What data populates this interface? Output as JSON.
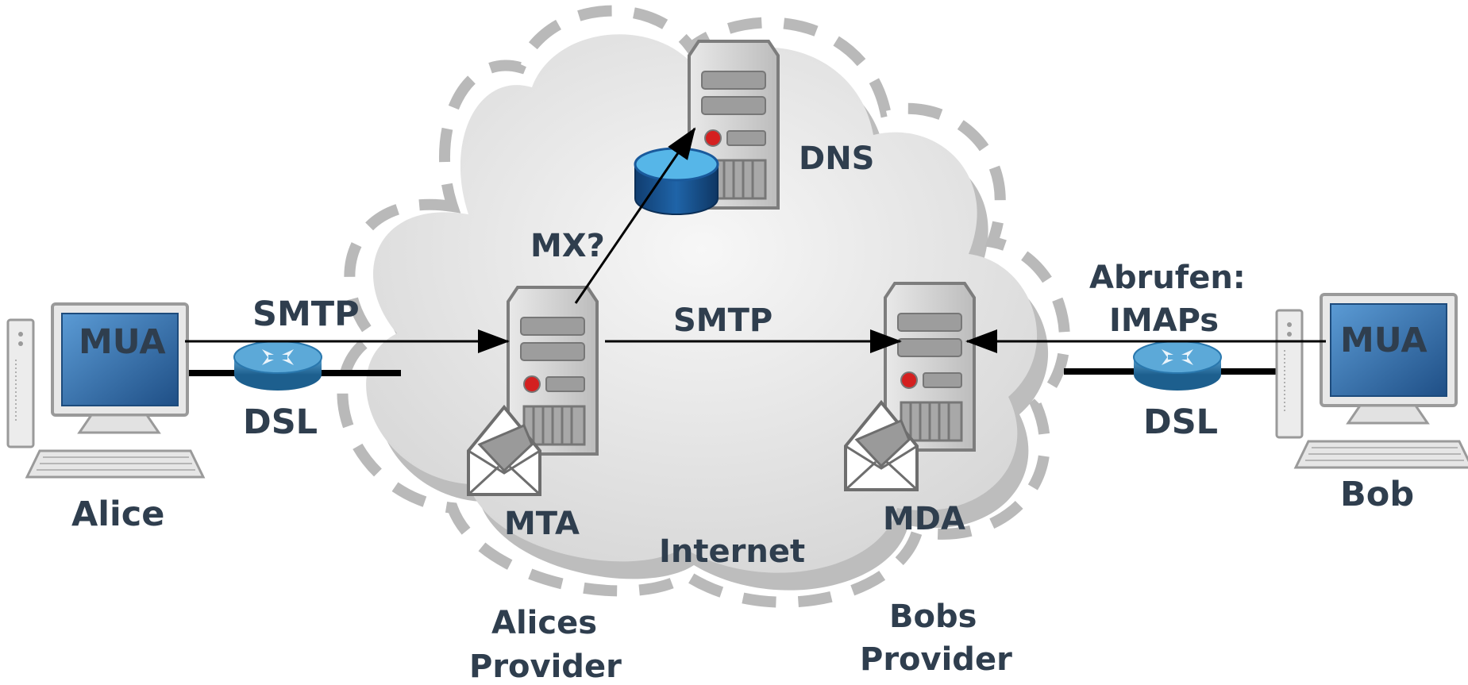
{
  "labels": {
    "alice": "Alice",
    "bob": "Bob",
    "mua_alice": "MUA",
    "mua_bob": "MUA",
    "dsl_alice": "DSL",
    "dsl_bob": "DSL",
    "smtp_alice_mta": "SMTP",
    "smtp_mta_mda": "SMTP",
    "mx_query": "MX?",
    "dns": "DNS",
    "mta": "MTA",
    "mda": "MDA",
    "internet": "Internet",
    "abrufen_line1": "Abrufen:",
    "abrufen_line2": "IMAPs",
    "alices_provider_line1": "Alices",
    "alices_provider_line2": "Provider",
    "bobs_provider_line1": "Bobs",
    "bobs_provider_line2": "Provider"
  },
  "colors": {
    "label_text": "#2f3e4e",
    "cloud_fill": "#e4e4e4",
    "cloud_dash": "#b9b9b9",
    "server_body": "#d0d0d0",
    "screen_blue": "#2a6aa8",
    "router_blue": "#2f7db0",
    "database_blue": "#1a5a9c",
    "arrow": "#000000",
    "indicator_red": "#d42020"
  },
  "icons": [
    "computer-icon",
    "router-icon",
    "server-icon",
    "database-icon",
    "envelope-icon",
    "cloud-icon"
  ]
}
